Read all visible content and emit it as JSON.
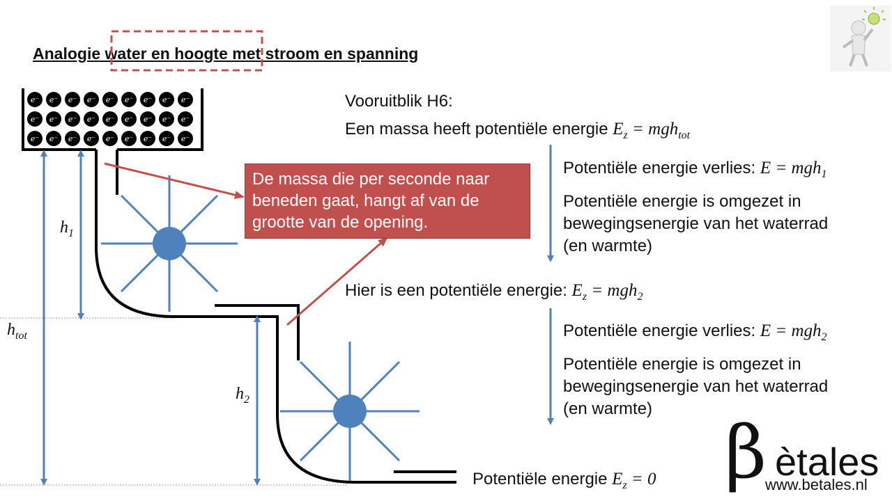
{
  "title": "Analogie water en hoogte met stroom en spanning",
  "electron_label": "e⁻",
  "callout": "De massa die per seconde naar beneden gaat, hangt af van de grootte van de opening.",
  "labels": {
    "h1": "h",
    "h1_sub": "1",
    "h2": "h",
    "h2_sub": "2",
    "htot": "h",
    "htot_sub": "tot"
  },
  "right_text": {
    "preview": "Vooruitblik H6:",
    "mass_energy": "Een massa heeft potentiële energie",
    "mass_energy_formula": "Ez = mghtot",
    "loss1": "Potentiële energie verlies:",
    "loss1_formula": "E = mgh1",
    "converted1_line1": "Potentiële energie is omgezet in",
    "converted1_line2": "bewegingsenergie van het waterrad",
    "converted1_line3": "(en warmte)",
    "here": "Hier is een potentiële energie:",
    "here_formula": "Ez = mgh2",
    "loss2": "Potentiële energie verlies:",
    "loss2_formula": "E = mgh2",
    "converted2_line1": "Potentiële energie is omgezet in",
    "converted2_line2": "bewegingsenergie van het waterrad",
    "converted2_line3": "(en warmte)",
    "bottom": "Potentiële energie",
    "bottom_formula": "Ez = 0"
  },
  "logo": {
    "beta": "β",
    "name": "ètales",
    "url": "www.betales.nl"
  },
  "colors": {
    "wheel": "#4f81bd",
    "arrow_blue": "#4f81bd",
    "callout": "#c0504d",
    "red_dash": "#c0504d"
  }
}
